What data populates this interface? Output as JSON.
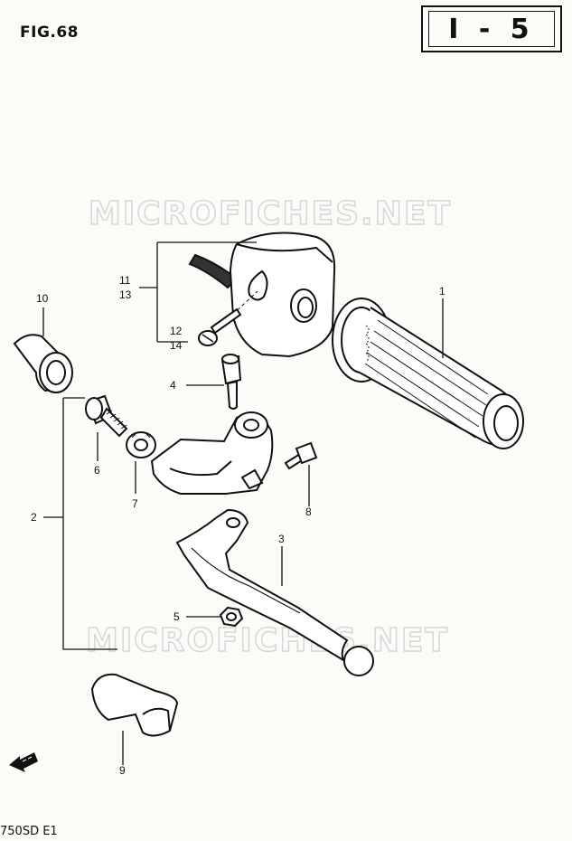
{
  "header": {
    "fig_label": "FIG.68",
    "section_code": "I - 5"
  },
  "footer": {
    "model_code": "750SD E1"
  },
  "watermark": {
    "text": "MICROFICHES.NET"
  },
  "callouts": {
    "c1": "1",
    "c2": "2",
    "c3": "3",
    "c4": "4",
    "c5": "5",
    "c6": "6",
    "c7": "7",
    "c8": "8",
    "c9": "9",
    "c10": "10",
    "c11": "11",
    "c13": "13",
    "c12": "12",
    "c14": "14"
  },
  "icons": {
    "front_arrow": "front-direction-arrow-icon"
  }
}
